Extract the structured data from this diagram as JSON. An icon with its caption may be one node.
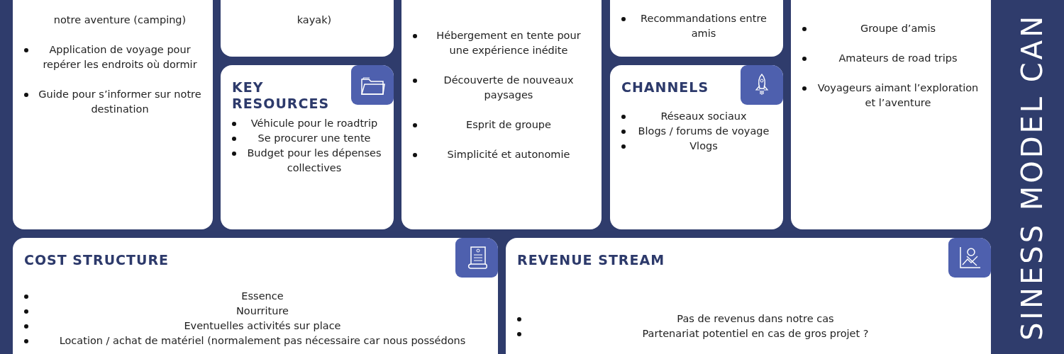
{
  "diagram": {
    "title": "SINESS MODEL CAN",
    "nodes": [
      {
        "text": [
          "notre aventure (camping)",
          "Application de voyage pour repérer les endroits où dormir",
          "Guide pour s’informer sur notre destination"
        ]
      },
      {
        "text": [
          "kayak)"
        ]
      },
      {
        "text": [
          "KEY RESOURCES",
          "Véhicule pour le roadtrip",
          "Se procurer une tente",
          "Budget pour les dépenses collectives"
        ]
      },
      {
        "text": [
          "Hébergement en tente pour une expérience inédite",
          "Découverte de nouveaux paysages",
          "Esprit de groupe",
          "Simplicité et autonomie"
        ]
      },
      {
        "text": [
          "Recommandations entre amis"
        ]
      },
      {
        "text": [
          "CHANNELS",
          "Réseaux sociaux",
          "Blogs / forums de voyage",
          "Vlogs"
        ]
      },
      {
        "text": [
          "Groupe d’amis",
          "Amateurs de road trips",
          "Voyageurs aimant l’exploration et l’aventure"
        ]
      },
      {
        "text": [
          "COST STRUCTURE",
          "Essence",
          "Nourriture",
          "Eventuelles activités sur place",
          "Location / achat de matériel (normalement pas nécessaire car nous possédons"
        ]
      },
      {
        "text": [
          "REVENUE STREAM",
          "Pas de revenus dans notre cas",
          "Partenariat potentiel en cas de gros projet ?"
        ]
      }
    ],
    "edges": []
  }
}
